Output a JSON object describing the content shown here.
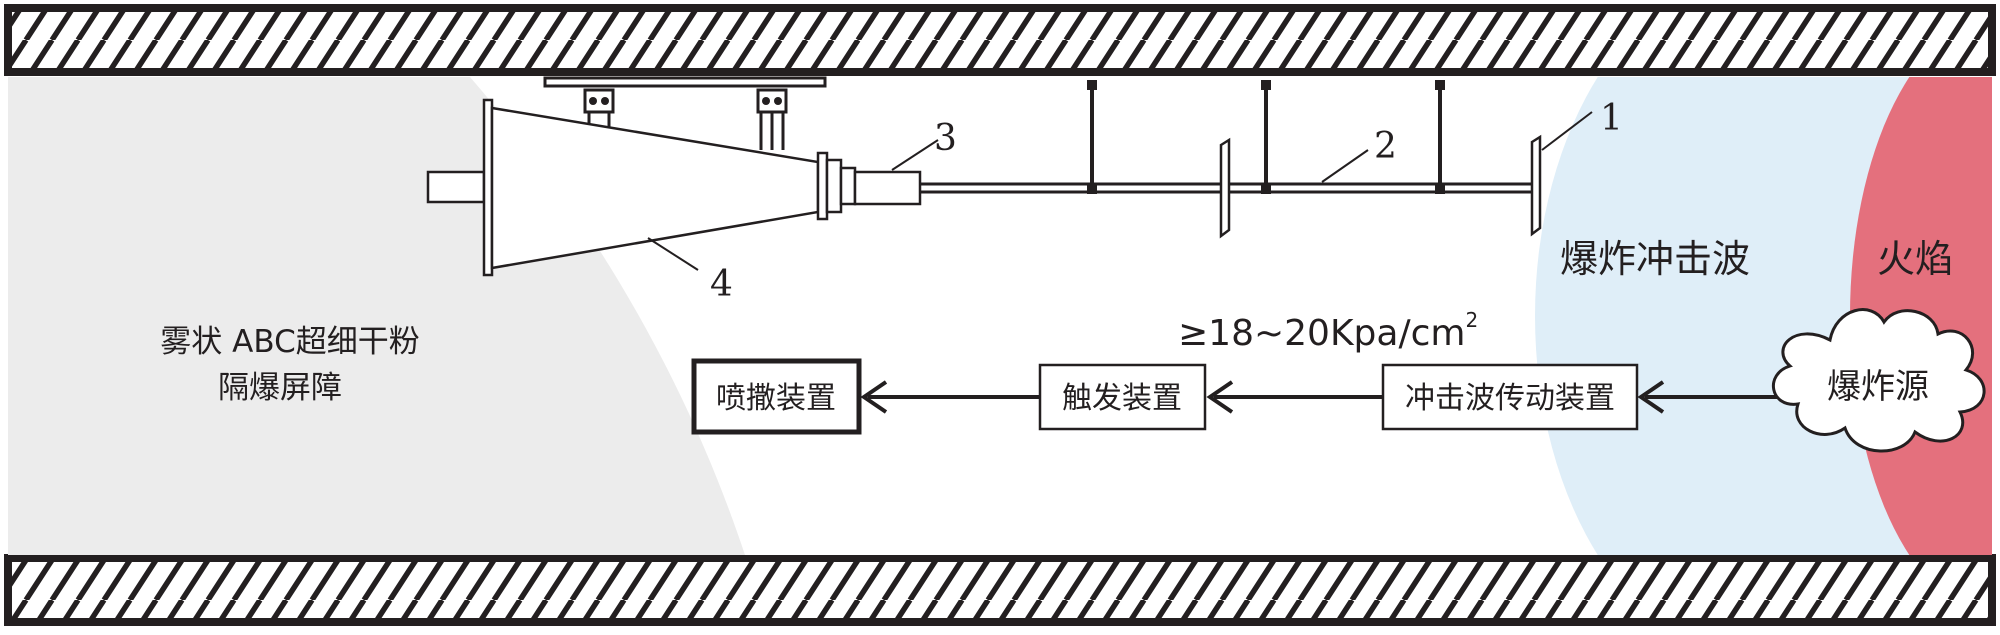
{
  "colors": {
    "wall_stroke": "#231f20",
    "tunnel_background": "#ffffff",
    "barrier_zone": "#ececec",
    "shockwave_zone": "#dfeef8",
    "flame_zone": "#e4707d",
    "line": "#231f20"
  },
  "tunnel": {
    "top_wall": "hatched-wall",
    "bottom_wall": "hatched-wall"
  },
  "apparatus": {
    "callouts": [
      "1",
      "2",
      "3",
      "4"
    ]
  },
  "zones": {
    "barrier_label_line1": "雾状 ABC超细干粉",
    "barrier_label_line2": "隔爆屏障",
    "shockwave_label": "爆炸冲击波",
    "flame_label": "火焰"
  },
  "flow": {
    "pressure_label": "≥18~20Kpa/cm",
    "pressure_superscript": "2",
    "source": "爆炸源",
    "steps": [
      "冲击波传动装置",
      "触发装置",
      "喷撒装置"
    ]
  }
}
